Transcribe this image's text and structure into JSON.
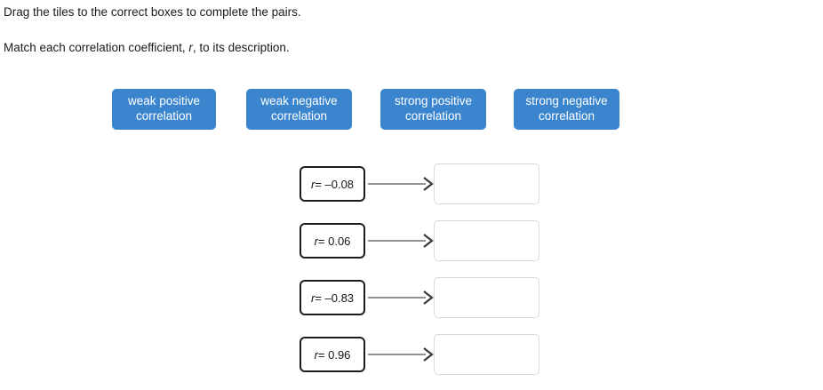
{
  "instructions": {
    "line1": "Drag the tiles to the correct boxes to complete the pairs.",
    "line2_before": "Match each correlation coefficient, ",
    "line2_variable": "r",
    "line2_after": ", to its description."
  },
  "colors": {
    "tile_background": "#3a85cd",
    "tile_text": "#ffffff",
    "r_box_border": "#1c1c1c",
    "drop_zone_border": "#d9d9d9",
    "arrow": "#6b6b6b",
    "page_background": "#ffffff",
    "body_text": "#1a1a1a"
  },
  "tiles": [
    {
      "label": "weak positive correlation",
      "line1": "weak positive",
      "line2": "correlation"
    },
    {
      "label": "weak negative correlation",
      "line1": "weak negative",
      "line2": "correlation"
    },
    {
      "label": "strong positive correlation",
      "line1": "strong positive",
      "line2": "correlation"
    },
    {
      "label": "strong negative correlation",
      "line1": "strong negative",
      "line2": "correlation"
    }
  ],
  "match_rows": [
    {
      "r_label": "r = –0.08",
      "r_value": -0.08,
      "drop_zone_value": ""
    },
    {
      "r_label": "r = 0.06",
      "r_value": 0.06,
      "drop_zone_value": ""
    },
    {
      "r_label": "r = –0.83",
      "r_value": -0.83,
      "drop_zone_value": ""
    },
    {
      "r_label": "r = 0.96",
      "r_value": 0.96,
      "drop_zone_value": ""
    }
  ]
}
